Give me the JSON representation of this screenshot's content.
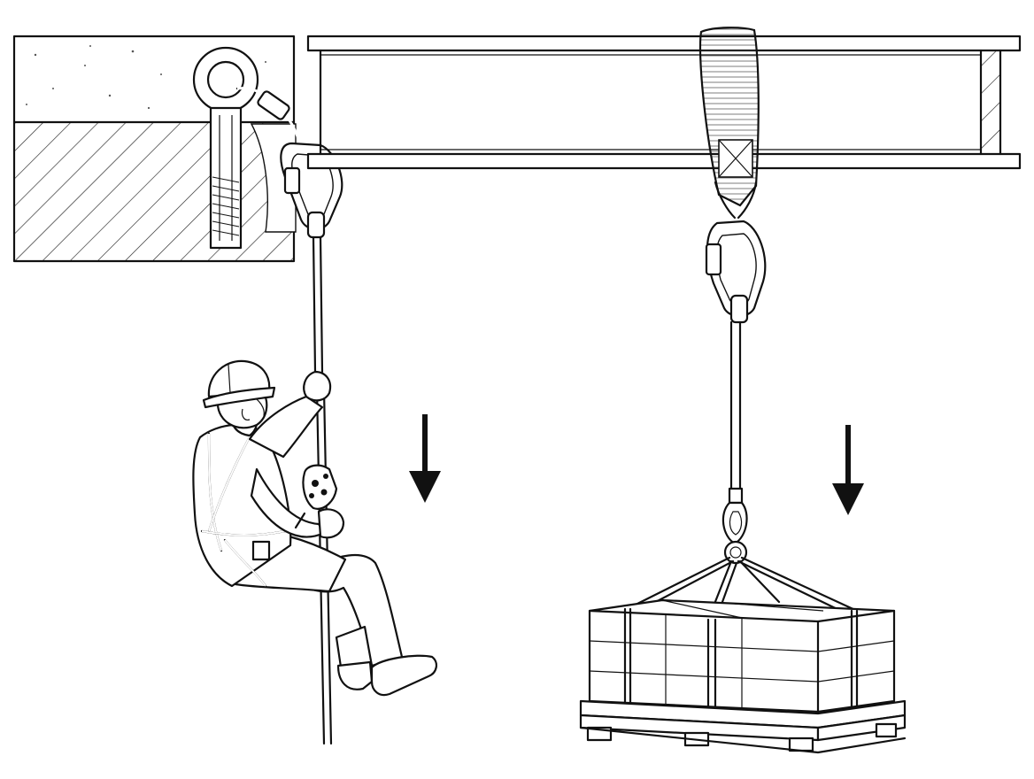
{
  "figure": {
    "background": "#ffffff",
    "ink": "#111111",
    "hatch": "#222222"
  },
  "arrows": [
    {
      "name": "person-down-arrow",
      "direction": "down"
    },
    {
      "name": "load-down-arrow",
      "direction": "down"
    }
  ],
  "parts": [
    "concrete-block",
    "eye-bolt",
    "carabiner",
    "steel-beam",
    "webbing-sling",
    "rope",
    "rope-grab",
    "worker",
    "hard-hat",
    "harness",
    "lifting-bridle",
    "boxes",
    "pallet"
  ]
}
